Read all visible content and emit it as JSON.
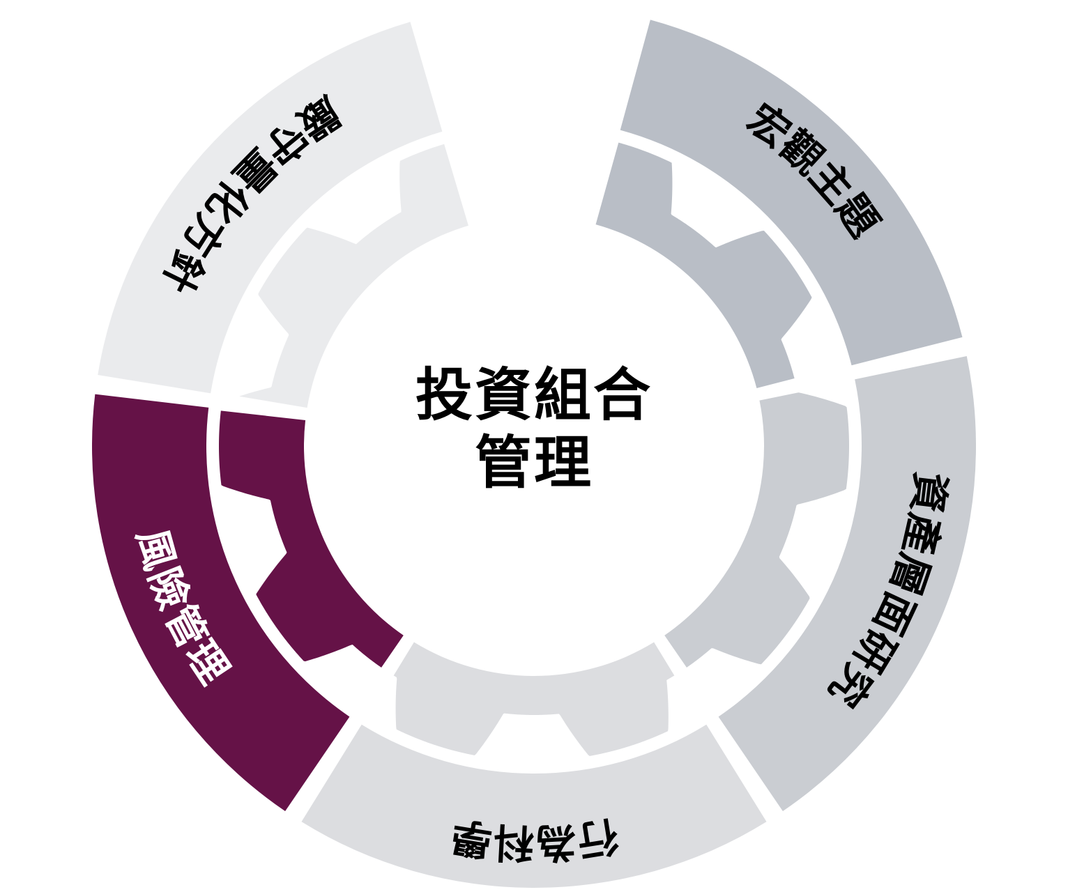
{
  "diagram": {
    "type": "gear-donut-cycle",
    "center": {
      "line1": "投資組合",
      "line2": "管理"
    },
    "colors": {
      "macro_theme": "#b9bec6",
      "asset_research": "#cacdd2",
      "behavioral_science": "#dcdde0",
      "risk_management": "#651247",
      "quant_discipline": "#eaebed",
      "gap": "#ffffff",
      "label_dark": "#000000",
      "label_light": "#ffffff",
      "background": "#ffffff"
    },
    "segments": [
      {
        "id": "macro-theme",
        "label": "宏觀主題",
        "color": "#b9bec6",
        "text_color": "#000000",
        "start_angle_deg": -76,
        "end_angle_deg": -13,
        "label_angle_deg": -45,
        "highlighted": false
      },
      {
        "id": "asset-level-research",
        "label": "資產層面研究",
        "color": "#cacdd2",
        "text_color": "#000000",
        "start_angle_deg": -13,
        "end_angle_deg": 57,
        "label_angle_deg": 22,
        "highlighted": false
      },
      {
        "id": "behavioral-science",
        "label": "行為科學",
        "color": "#dcdde0",
        "text_color": "#000000",
        "start_angle_deg": 57,
        "end_angle_deg": 123,
        "label_angle_deg": 90,
        "highlighted": false
      },
      {
        "id": "risk-management",
        "label": "風險管理",
        "color": "#651247",
        "text_color": "#ffffff",
        "start_angle_deg": 123,
        "end_angle_deg": 188,
        "label_angle_deg": 155,
        "highlighted": true
      },
      {
        "id": "quantitative-discipline",
        "label": "嚴守量化方針",
        "color": "#eaebed",
        "text_color": "#000000",
        "start_angle_deg": 188,
        "end_angle_deg": 255,
        "label_angle_deg": 221,
        "highlighted": false
      }
    ]
  }
}
